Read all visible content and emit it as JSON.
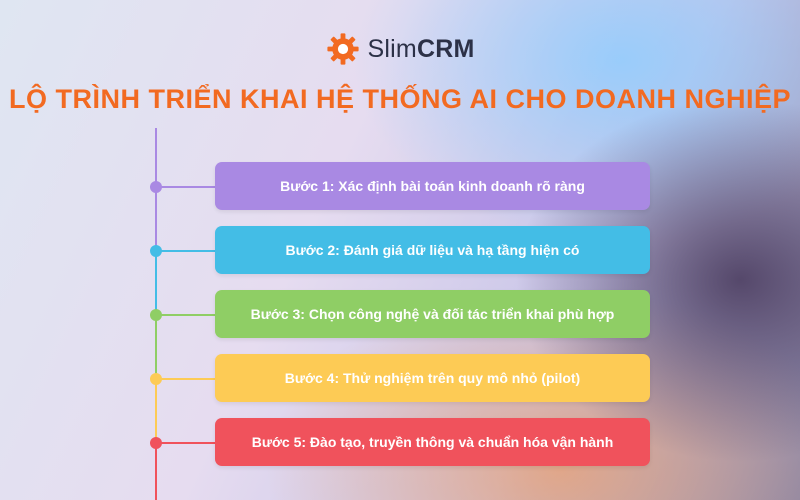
{
  "logo": {
    "name_light": "Slim",
    "name_bold": "CRM",
    "icon": "gear-icon"
  },
  "title": "LỘ TRÌNH TRIỂN KHAI HỆ THỐNG AI CHO DOANH NGHIỆP",
  "colors": {
    "brand_orange": "#f26a21",
    "step1": "#a989e3",
    "step2": "#43bde6",
    "step3": "#8fce65",
    "step4": "#fdcb55",
    "step5": "#f0525c"
  },
  "steps": [
    {
      "label": "Bước 1: Xác định bài toán kinh doanh rõ ràng"
    },
    {
      "label": "Bước 2: Đánh giá dữ liệu và hạ tầng hiện có"
    },
    {
      "label": "Bước 3: Chọn công nghệ và đối tác triển khai phù hợp"
    },
    {
      "label": "Bước 4: Thử nghiệm trên quy mô nhỏ (pilot)"
    },
    {
      "label": "Bước 5: Đào tạo, truyền thông và chuẩn hóa vận hành"
    }
  ]
}
